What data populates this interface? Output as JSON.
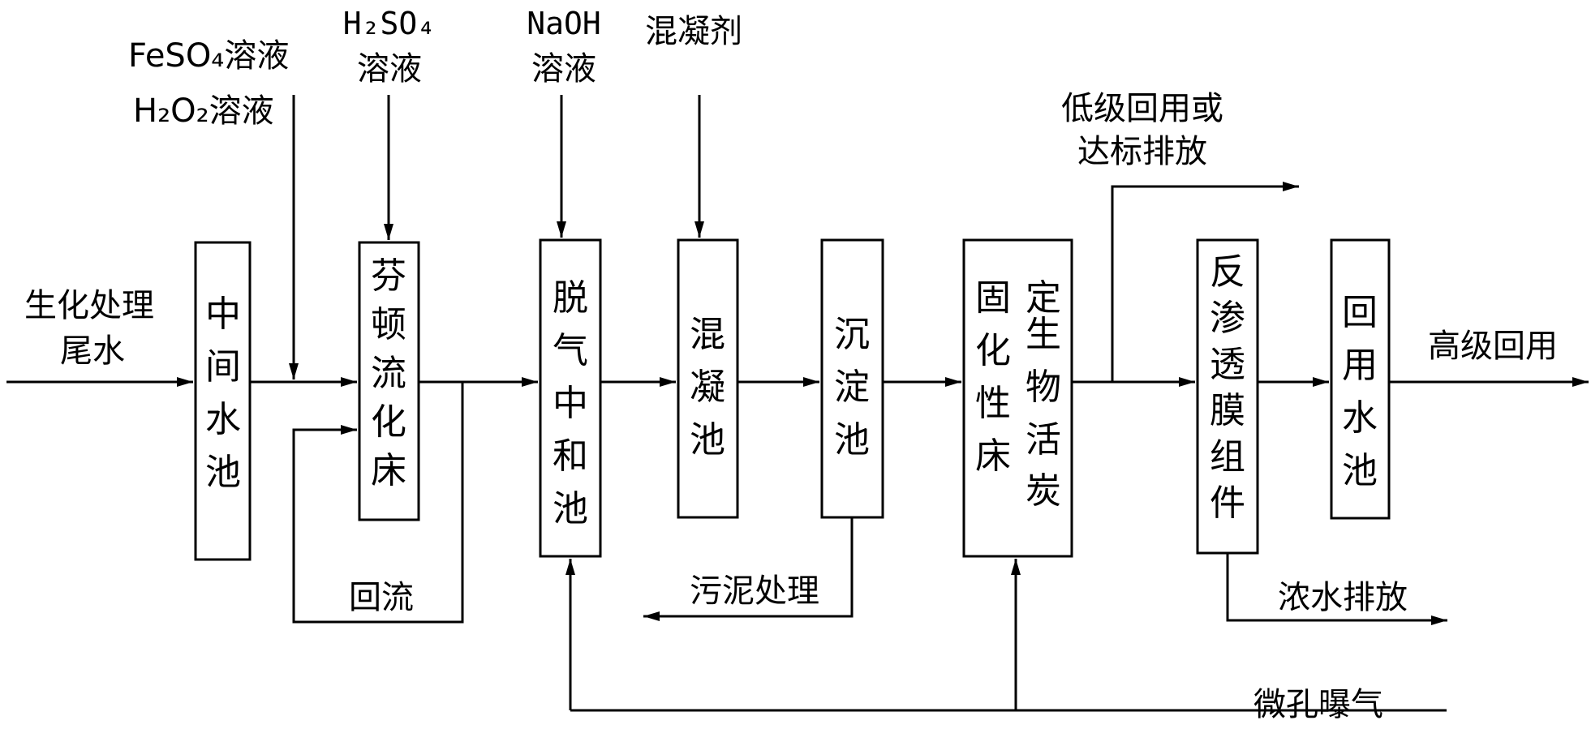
{
  "units": {
    "intermediate_tank": [
      "中",
      "间",
      "水",
      "池"
    ],
    "fenton_bed": [
      "芬",
      "顿",
      "流",
      "化",
      "床"
    ],
    "degas_tank": [
      "脱",
      "气",
      "中",
      "和",
      "池"
    ],
    "coag_tank": [
      "混",
      "凝",
      "池"
    ],
    "settling_tank": [
      "沉",
      "淀",
      "池"
    ],
    "carbon_bed": {
      "left": [
        "固",
        "化",
        "性",
        "床"
      ],
      "right": [
        "定",
        "生",
        "活",
        "炭"
      ],
      "middle": "物"
    },
    "ro_module": [
      "反",
      "渗",
      "透",
      "膜",
      "组",
      "件"
    ],
    "reuse_tank": [
      "回",
      "用",
      "水",
      "池"
    ]
  },
  "inputs": {
    "influent": [
      "生化处理",
      "尾水"
    ],
    "feso4": "FeSO₄溶液",
    "h2o2": "H₂O₂溶液",
    "h2so4": [
      "H₂SO₄",
      "溶液"
    ],
    "naoh": [
      "NaOH",
      "溶液"
    ],
    "coagulant": "混凝剂",
    "aeration": "微孔曝气"
  },
  "outputs": {
    "low_reuse": [
      "低级回用或",
      "达标排放"
    ],
    "high_reuse": "高级回用",
    "concentrate": "浓水排放",
    "sludge": "污泥处理",
    "recycle": "回流"
  }
}
